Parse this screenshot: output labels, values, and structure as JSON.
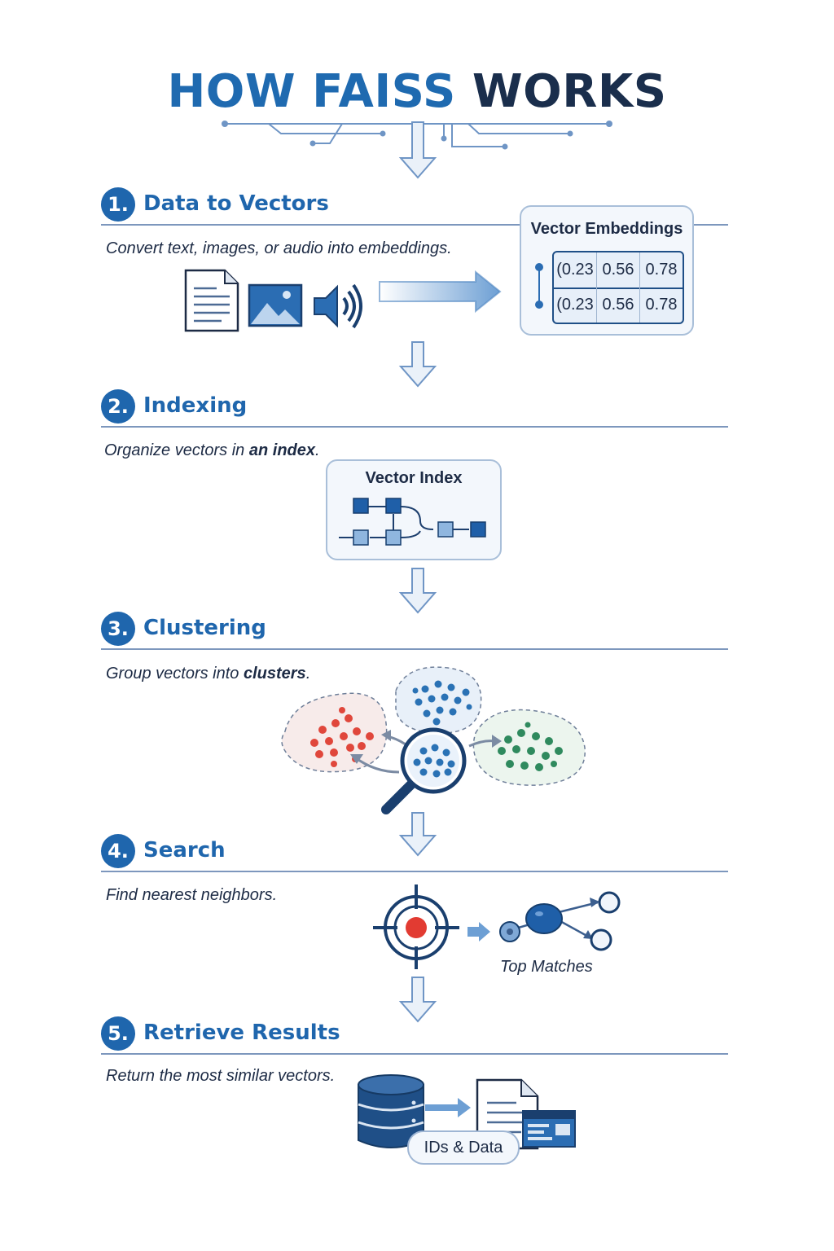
{
  "title": {
    "part1": "HOW FAISS",
    "part2": "WORKS"
  },
  "steps": [
    {
      "number": "1.",
      "label": "Data to Vectors",
      "desc": "Convert text, images, or audio into embeddings."
    },
    {
      "number": "2.",
      "label": "Indexing",
      "desc_pre": "Organize vectors in ",
      "desc_bold": "an index",
      "desc_post": "."
    },
    {
      "number": "3.",
      "label": "Clustering",
      "desc_pre": "Group vectors into ",
      "desc_bold": "clusters",
      "desc_post": "."
    },
    {
      "number": "4.",
      "label": "Search",
      "desc": "Find nearest neighbors."
    },
    {
      "number": "5.",
      "label": "Retrieve Results",
      "desc": "Return the most similar vectors."
    }
  ],
  "embeddings_card": {
    "title": "Vector Embeddings",
    "rows": [
      [
        "(0.23",
        "0.56",
        "0.78"
      ],
      [
        "(0.23",
        "0.56",
        "0.78"
      ]
    ]
  },
  "index_card": {
    "title": "Vector Index"
  },
  "search": {
    "caption": "Top Matches"
  },
  "retrieve": {
    "caption": "IDs & Data"
  },
  "icons": [
    "document-icon",
    "image-icon",
    "speaker-icon",
    "magnifier-icon",
    "target-icon",
    "database-icon"
  ],
  "colors": {
    "primary": "#1f66ad",
    "dark": "#1a2e4c",
    "red_cluster": "#e0473c",
    "blue_cluster": "#2a72b5",
    "green_cluster": "#2f8a5e"
  }
}
